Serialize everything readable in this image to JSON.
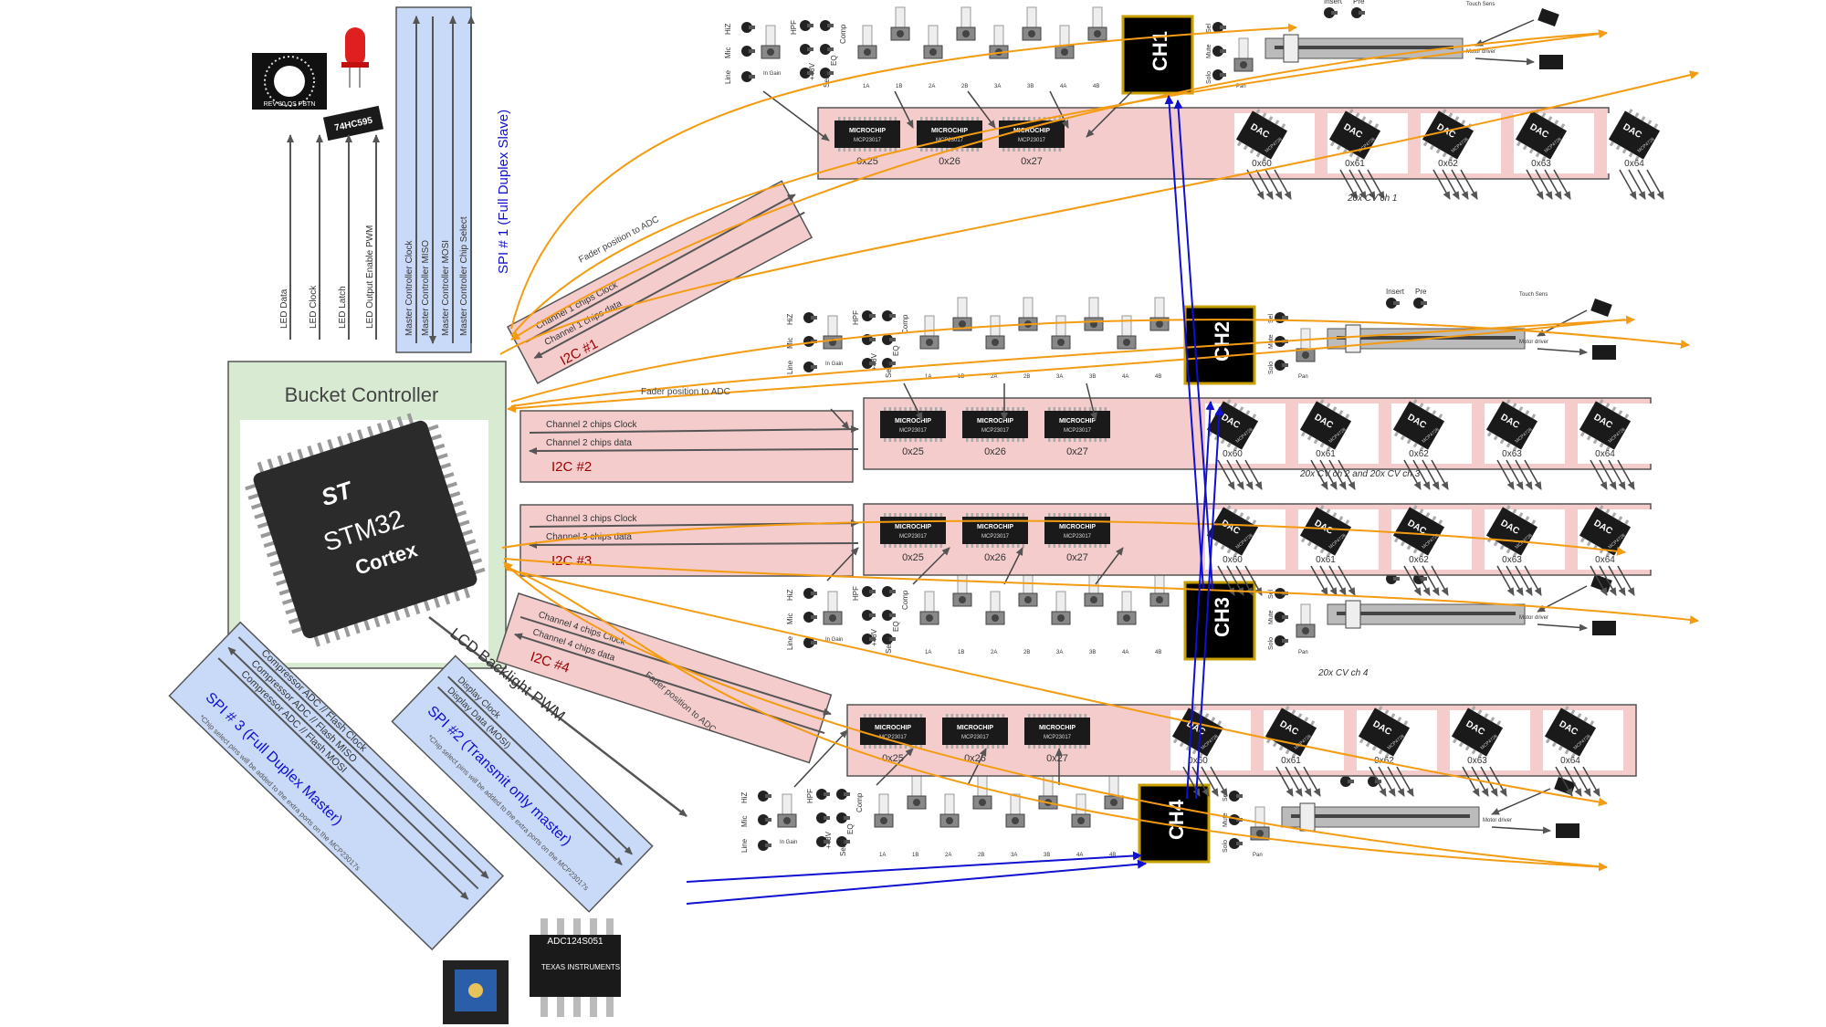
{
  "bucket_controller": {
    "title": "Bucket Controller",
    "mcu_brand": "STM32",
    "mcu_core": "Cortex",
    "mcu_logo": "ST"
  },
  "top_left": {
    "led_lines": [
      "LED Data",
      "LED Clock",
      "LED Latch",
      "LED Output Enable PWM"
    ],
    "shift_register": "74HC595",
    "encoder_label": "REV 80 OS PBTN"
  },
  "spi1": {
    "title": "SPI # 1 (Full Duplex Slave)",
    "lines": [
      "Master Controller Clock",
      "Master Controller MISO",
      "Master Controller MOSI",
      "Master Controller Chip Select"
    ]
  },
  "spi2": {
    "title": "SPI #2 (Transmit only master)",
    "lines": [
      "Display Clock",
      "Display Data (MOSI)"
    ],
    "note": "*Chip select pins will be added to the extra ports on the MCP23017s"
  },
  "spi3": {
    "title": "SPI # 3 (Full Duplex Master)",
    "lines": [
      "Compressor ADC // Flash Clock",
      "Compressor ADC // Flash MISO",
      "Compressor ADC // Flash MOSI"
    ],
    "note": "*Chip select pins will be added to the extra ports on the MCP23017s"
  },
  "lcd_backlight": "LCD Backlight PWM",
  "adc_chip": "ADC124S051",
  "adc_maker": "TEXAS INSTRUMENTS",
  "i2c_buses": [
    {
      "name": "I2C #1",
      "clock": "Channel 1 chips Clock",
      "data": "Channel 1 chips data"
    },
    {
      "name": "I2C #2",
      "clock": "Channel 2 chips Clock",
      "data": "Channel 2 chips data"
    },
    {
      "name": "I2C #3",
      "clock": "Channel 3 chips Clock",
      "data": "Channel 3 chips data"
    },
    {
      "name": "I2C #4",
      "clock": "Channel 4 chips Clock",
      "data": "Channel 4 chips data"
    }
  ],
  "fader_to_adc": "Fader position to ADC",
  "mcp": {
    "part": "MCP23017",
    "brand": "MICROCHIP",
    "addresses": [
      "0x25",
      "0x26",
      "0x27"
    ]
  },
  "dac": {
    "label": "DAC",
    "part": "MCP4728",
    "addresses": [
      "0x60",
      "0x61",
      "0x62",
      "0x63",
      "0x64"
    ]
  },
  "cv_labels": {
    "ch1": "20x CV ch 1",
    "ch23": "20x CV ch 2 and 20x CV ch 3",
    "ch4": "20x CV ch 4"
  },
  "channels": [
    {
      "name": "CH1"
    },
    {
      "name": "CH2"
    },
    {
      "name": "CH3"
    },
    {
      "name": "CH4"
    }
  ],
  "strip_labels": {
    "hiz": "HiZ",
    "mic": "Mic",
    "line": "Line",
    "hpf": "HPF",
    "plus48": "+48V",
    "in_gain": "In Gain",
    "comp": "Comp",
    "eq": "EQ",
    "send": "Send",
    "knobs": [
      "1A",
      "1B",
      "2A",
      "2B",
      "3A",
      "3B",
      "4A",
      "4B"
    ],
    "sel": "Sel",
    "mute": "Mute",
    "solo": "Solo",
    "pan": "Pan",
    "insert": "Insert",
    "pre": "Pre",
    "touch_sens": "Touch Sens",
    "motor_driver": "Motor driver"
  },
  "colors": {
    "orange": "#f39c12",
    "blue": "#1010d0",
    "pink": "#f4cccc",
    "spi_blue": "#c9daf8",
    "green": "#d9ead3",
    "dark": "#555555",
    "i2c_red": "#990000"
  }
}
